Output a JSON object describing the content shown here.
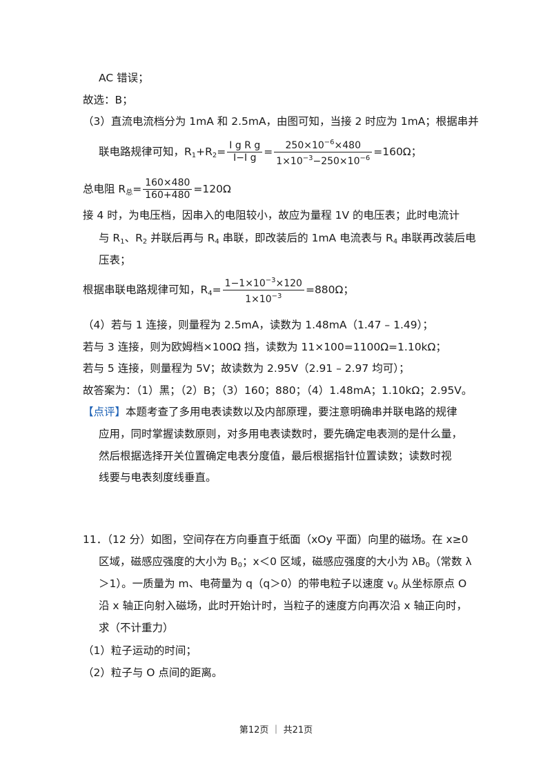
{
  "l1": "AC 错误；",
  "l2": "故选：B；",
  "l3": "（3）直流电流档分为 1mA 和 2.5mA，由图可知，当接 2 时应为 1mA；根据串并",
  "l4a": "联电路规律可知，R",
  "l4b": "1",
  "l4c": "+R",
  "l4d": "2",
  "l4e": "=",
  "f1n": "I g R g",
  "f1d": "I−I g",
  "l4f": "=",
  "f2n": "250×10",
  "f2ne": "−6",
  "f2nt": "×480",
  "f2d": "1×10",
  "f2de": "−3",
  "f2dm": "−250×10",
  "f2de2": "−6",
  "l4g": "=160Ω；",
  "l5a": "总电阻 R",
  "l5b": "总",
  "l5c": "=",
  "f3n": "160×480",
  "f3d": "160+480",
  "l5d": "=120Ω",
  "l6": "接 4 时，为电压档，因串入的电阻较小，故应为量程 1V 的电压表；此时电流计",
  "l7a": "与 R",
  "l7b": "1",
  "l7c": "、R",
  "l7d": "2",
  "l7e": " 并联后再与 R",
  "l7f": "4",
  "l7g": " 串联，即改装后的 1mA 电流表与 R",
  "l7h": "4",
  "l7i": " 串联再改装后电",
  "l8": "压表；",
  "l9a": "根据串联电路规律可知，R",
  "l9b": "4",
  "l9c": "=",
  "f4n": "1−1×10",
  "f4ne": "−3",
  "f4nt": "×120",
  "f4d": "1×10",
  "f4de": "−3",
  "l9d": "=880Ω；",
  "l10": "（4）若与 1 连接，则量程为 2.5mA，读数为 1.48mA（1.47 – 1.49）；",
  "l11": "若与 3 连接，则为欧姆档×100Ω 挡，读数为 11×100=1100Ω=1.10kΩ；",
  "l12": "若与 5 连接，则量程为 5V；故读数为 2.95V（2.91 – 2.97 均可）；",
  "l13": "故答案为：（1）黑；（2）B；（3）160；880；（4）1.48mA；1.10kΩ；2.95V。",
  "l14tag": "【点评】",
  "l14": "本题考查了多用电表读数以及内部原理，要注意明确串并联电路的规律",
  "l15": "应用，同时掌握读数原则，对多用电表读数时，要先确定电表测的是什么量，",
  "l16": "然后根据选择开关位置确定电表分度值，最后根据指针位置读数；读数时视",
  "l17": "线要与电表刻度线垂直。",
  "l18": "11．（12 分）如图，空间存在方向垂直于纸面（xOy 平面）向里的磁场。在 x≥0",
  "l19a": "区域，磁感应强度的大小为 B",
  "l19b": "0",
  "l19c": "；x＜0 区域，磁感应强度的大小为 λB",
  "l19d": "0",
  "l19e": "（常数 λ",
  "l20a": "＞1）。一质量为 m、电荷量为 q（q＞0）的带电粒子以速度 v",
  "l20b": "0",
  "l20c": " 从坐标原点 O",
  "l21": "沿 x 轴正向射入磁场，此时开始计时，当粒子的速度方向再次沿 x 轴正向时，",
  "l22": "求（不计重力）",
  "l23": "（1）粒子运动的时间；",
  "l24": "（2）粒子与 O 点间的距离。",
  "footer": "第12页 ｜ 共21页"
}
